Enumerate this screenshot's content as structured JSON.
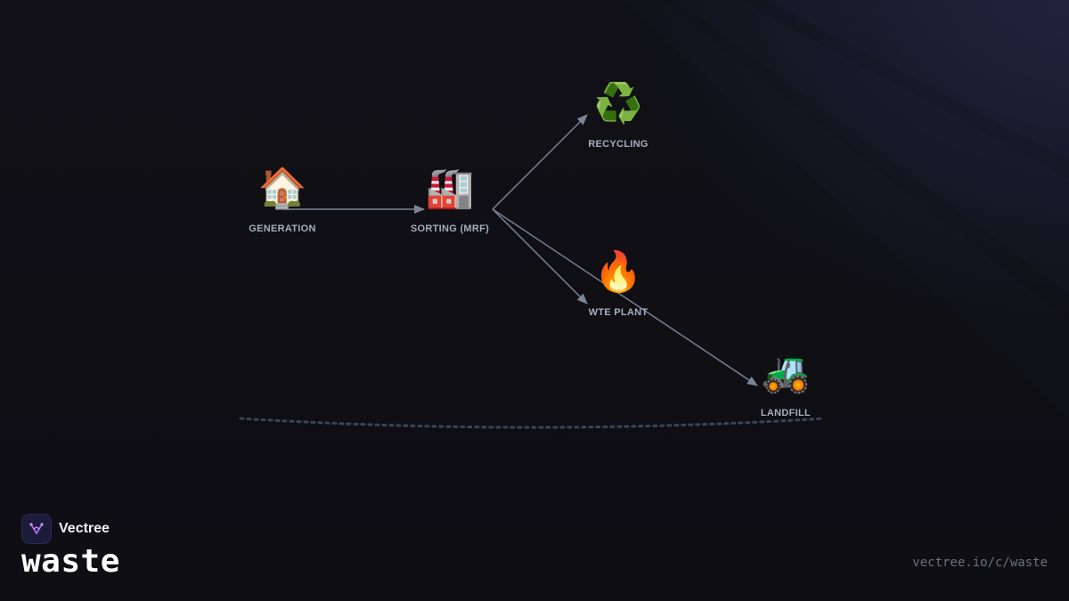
{
  "diagram": {
    "nodes": [
      {
        "id": "generation",
        "label": "GENERATION",
        "icon": "house-icon",
        "glyph": "🏠"
      },
      {
        "id": "sorting",
        "label": "SORTING (MRF)",
        "icon": "factory-icon",
        "glyph": "🏭"
      },
      {
        "id": "recycling",
        "label": "RECYCLING",
        "icon": "recycle-icon",
        "glyph": "♻️"
      },
      {
        "id": "wte",
        "label": "WTE PLANT",
        "icon": "fire-icon",
        "glyph": "🔥"
      },
      {
        "id": "landfill",
        "label": "LANDFILL",
        "icon": "tractor-icon",
        "glyph": "🚜"
      }
    ],
    "edges": [
      {
        "from": "generation",
        "to": "sorting"
      },
      {
        "from": "sorting",
        "to": "recycling"
      },
      {
        "from": "sorting",
        "to": "wte"
      },
      {
        "from": "sorting",
        "to": "landfill"
      }
    ],
    "colors": {
      "arrow": "#7a8597",
      "label": "#a6adbb",
      "ground_line": "#3a4458"
    }
  },
  "brand": {
    "name": "Vectree",
    "logo_icon": "vectree-logo-icon",
    "accent": "#a86ae8"
  },
  "page": {
    "word": "waste",
    "url": "vectree.io/c/waste"
  }
}
